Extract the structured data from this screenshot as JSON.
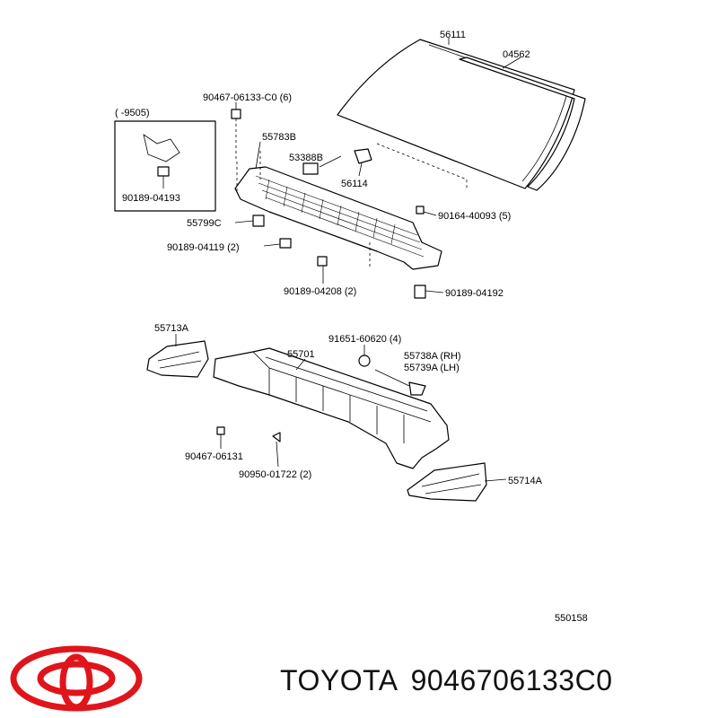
{
  "diagram": {
    "labels": {
      "windshield": "56111",
      "molding": "04562",
      "bolt_top": "90467-06133-C0 (6)",
      "inset_range": "(      -9505)",
      "inset_clip": "90189-04193",
      "cowl_louver": "55783B",
      "seal": "53388B",
      "spacer": "56114",
      "clip_left": "55799C",
      "screw_right": "90164-40093 (5)",
      "clip_04119": "90189-04119 (2)",
      "clip_04208": "90189-04208 (2)",
      "clip_04192": "90189-04192",
      "panel_left": "55713A",
      "cowl_panel": "55701",
      "plug": "91651-60620 (4)",
      "bracket_rh": "55738A (RH)",
      "bracket_lh": "55739A (LH)",
      "bolt_06131": "90467-06131",
      "clip_01722": "90950-01722 (2)",
      "panel_right": "55714A",
      "diagram_no": "550158"
    }
  },
  "footer": {
    "brand": "TOYOTA",
    "part_number": "9046706133C0"
  },
  "colors": {
    "logo": "#e0151b",
    "lines": "#000000"
  },
  "icons": {
    "logo": "toyota-logo-icon"
  }
}
